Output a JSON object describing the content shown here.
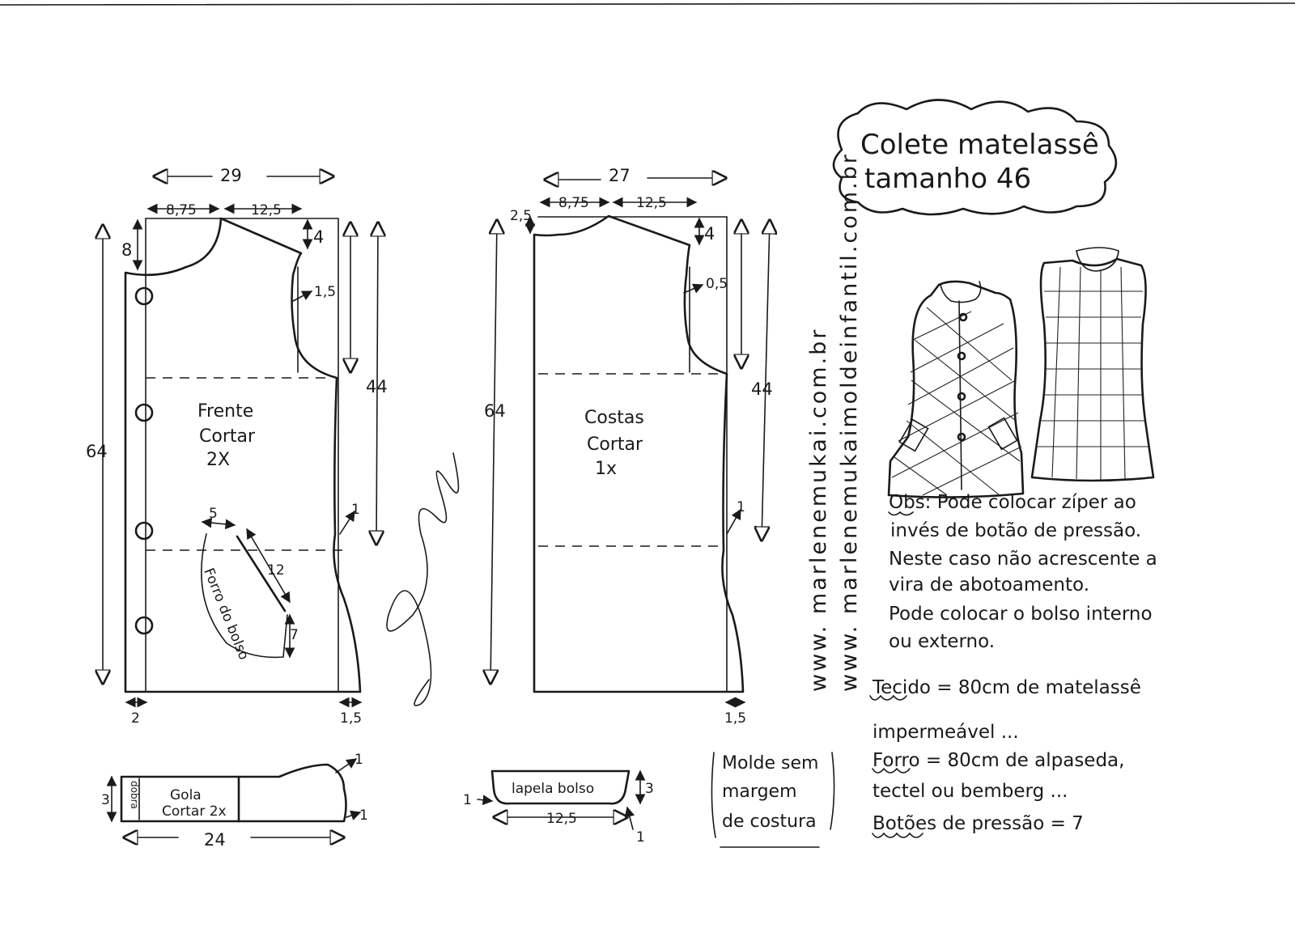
{
  "title": {
    "line1": "Colete matelassê",
    "line2": "tamanho 46"
  },
  "front": {
    "width_top": "29",
    "neck_width": "8,75",
    "shoulder_width": "12,5",
    "neck_depth": "8",
    "shoulder_drop": "4",
    "armhole_curve": "1,5",
    "total_length": "64",
    "side_length": "44",
    "side_curve": "1",
    "placket": "2",
    "hem_out": "1,5",
    "label_line1": "Frente",
    "label_line2": "Cortar",
    "label_line3": "2X",
    "pocket_opening": "12",
    "pocket_top": "5",
    "pocket_side": "7",
    "pocket_lining": "Forro do bolso"
  },
  "back": {
    "width_top": "27",
    "neck_rise": "2,5",
    "neck_width": "8,75",
    "shoulder_width": "12,5",
    "shoulder_drop": "4",
    "armhole_curve": "0,5",
    "total_length": "64",
    "side_length": "44",
    "side_curve": "1",
    "hem_out": "1,5",
    "label_line1": "Costas",
    "label_line2": "Cortar",
    "label_line3": "1x"
  },
  "collar": {
    "label_line1": "Gola",
    "label_line2": "Cortar 2x",
    "fold": "dobra",
    "height": "3",
    "length": "24",
    "tip_top": "1",
    "tip_side": "1"
  },
  "flap": {
    "label": "lapela bolso",
    "height": "3",
    "width": "12,5",
    "corner_left": "1",
    "corner_right": "1"
  },
  "margin_note": {
    "line1": "Molde sem",
    "line2": "margem",
    "line3": "de costura"
  },
  "websites": {
    "site1": "www. marlenemukai.com.br",
    "site2": "www. marlenemukaimoldeinfantil.com.br"
  },
  "obs": {
    "line1": "Obs: Pode colocar zíper ao",
    "line2": "invés de botão de pressão.",
    "line3": "Neste caso não acrescente a",
    "line4": "vira de abotoamento.",
    "line5": "Pode colocar o bolso interno",
    "line6": "ou externo."
  },
  "materials": {
    "line1": "Tecido = 80cm   de matelassê",
    "line2": "impermeável ...",
    "line3": "Forro = 80cm de alpaseda,",
    "line4": "tectel ou bemberg ...",
    "line5": "Botões de pressão = 7"
  },
  "colors": {
    "ink": "#1a1a1a",
    "paper": "#ffffff"
  }
}
